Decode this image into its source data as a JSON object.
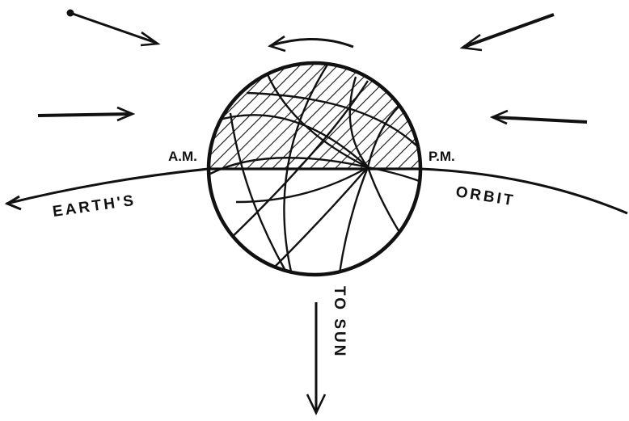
{
  "diagram": {
    "labels": {
      "am": "A.M.",
      "pm": "P.M.",
      "orbit_left": "EARTH'S",
      "orbit_right": "ORBIT",
      "to_sun": "TO SUN"
    },
    "colors": {
      "ink": "#111111",
      "background": "#ffffff"
    },
    "icons": [
      "meteor-arrow",
      "sun-direction-arrow",
      "hatched-globe"
    ]
  }
}
